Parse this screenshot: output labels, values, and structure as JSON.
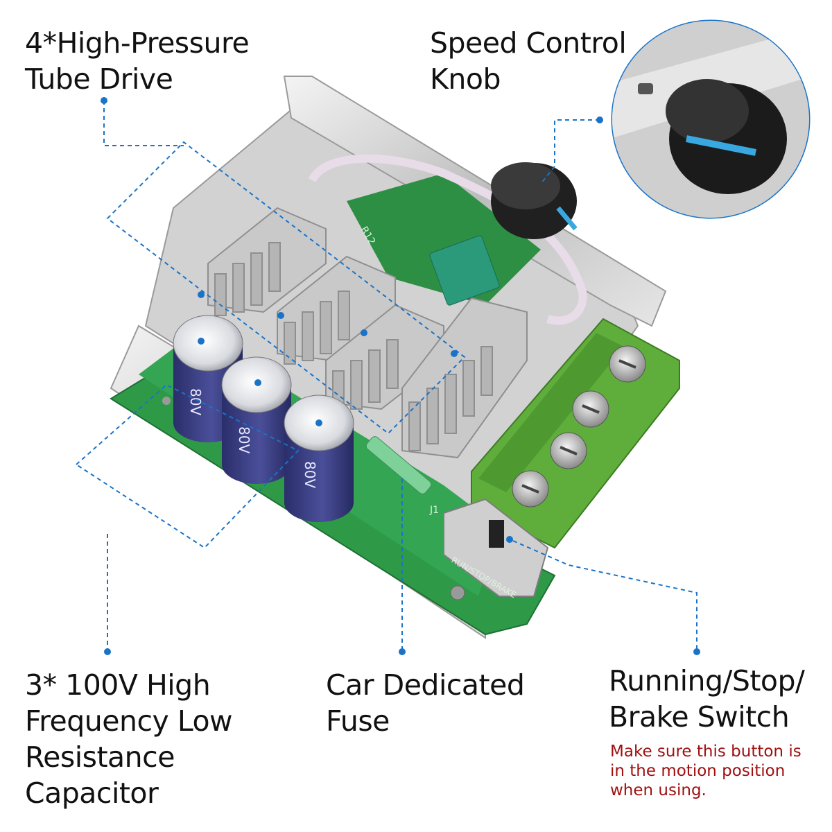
{
  "labels": {
    "tube_drive": [
      "4*High-Pressure",
      "Tube Drive"
    ],
    "speed_knob": [
      "Speed Control",
      "Knob"
    ],
    "capacitor": [
      "3* 100V High",
      "Frequency Low",
      "Resistance",
      "Capacitor"
    ],
    "fuse": [
      "Car Dedicated",
      "Fuse"
    ],
    "switch": [
      "Running/Stop/",
      "Brake Switch"
    ]
  },
  "switch_note": [
    "Make sure this button is",
    "in the motion position",
    "when using."
  ],
  "board_markings": {
    "capacitor_voltage": "80V",
    "switch_marking": "RUN/STOP/BRAKE",
    "fuse_ref": "J1",
    "resistor_ref": "R12"
  },
  "colors": {
    "callout_line": "#1a73c7",
    "note_text": "#a01010",
    "pcb": "#2e9a48",
    "terminal_block": "#5fae3c"
  }
}
